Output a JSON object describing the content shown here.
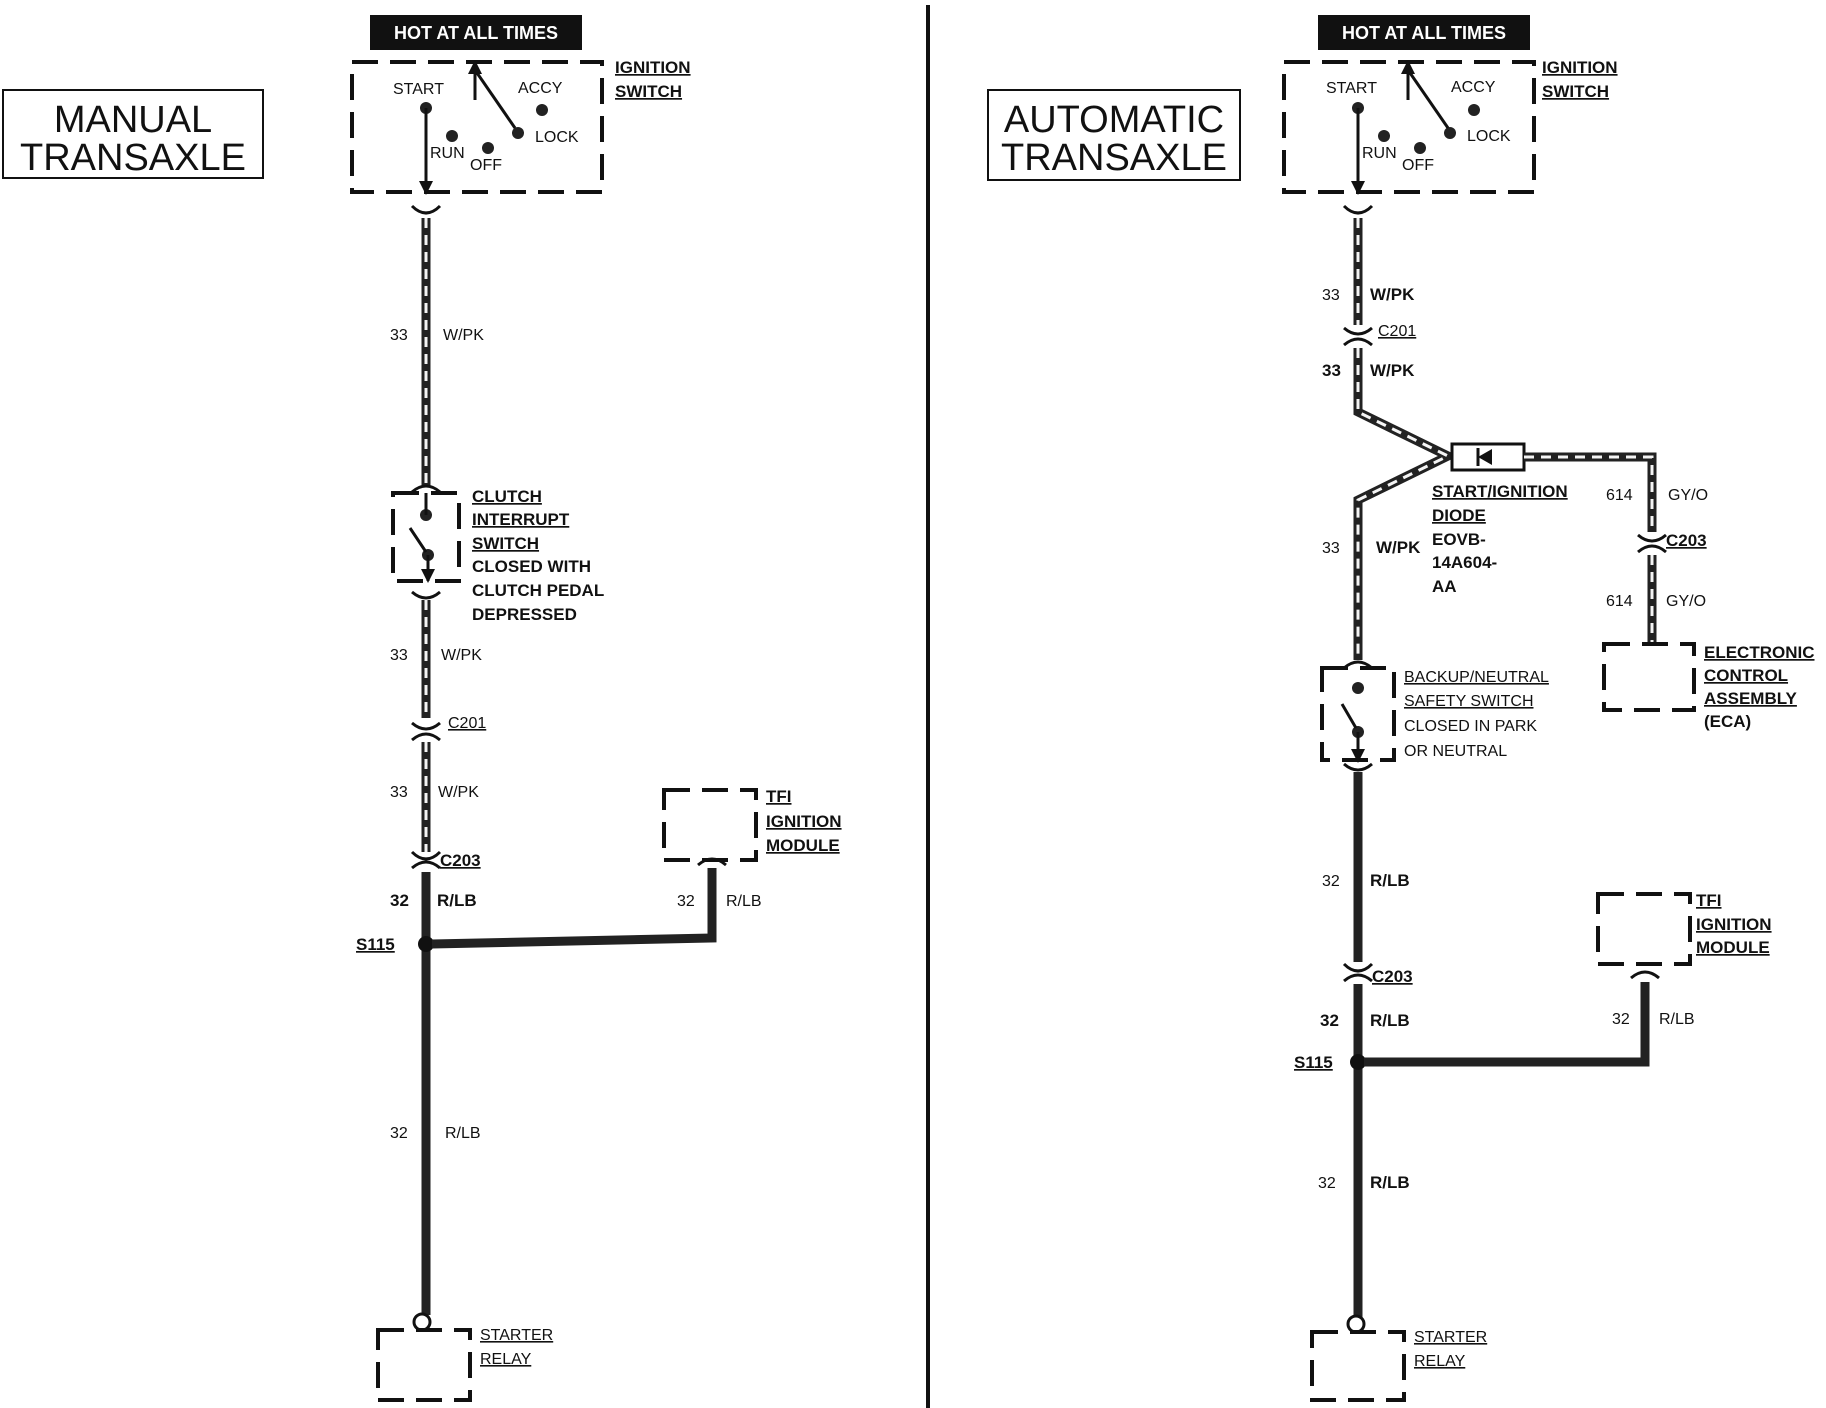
{
  "manual": {
    "title_line1": "MANUAL",
    "title_line2": "TRANSAXLE",
    "hot_at_all_times": "HOT AT ALL TIMES",
    "ignition_switch_1": "IGNITION",
    "ignition_switch_2": "SWITCH",
    "pos_start": "START",
    "pos_accy": "ACCY",
    "pos_run": "RUN",
    "pos_off": "OFF",
    "pos_lock": "LOCK",
    "wire1_num": "33",
    "wire1_color": "W/PK",
    "clutch_1": "CLUTCH",
    "clutch_2": "INTERRUPT",
    "clutch_3": "SWITCH",
    "clutch_4": "CLOSED WITH",
    "clutch_5": "CLUTCH PEDAL",
    "clutch_6": "DEPRESSED",
    "wire2_num": "33",
    "wire2_color": "W/PK",
    "c201": "C201",
    "wire3_num": "33",
    "wire3_color": "W/PK",
    "c203": "C203",
    "wire4_num": "32",
    "wire4_color": "R/LB",
    "s115": "S115",
    "tfi_1": "TFI",
    "tfi_2": "IGNITION",
    "tfi_3": "MODULE",
    "tfi_wire_num": "32",
    "tfi_wire_color": "R/LB",
    "wire5_num": "32",
    "wire5_color": "R/LB",
    "starter_1": "STARTER",
    "starter_2": "RELAY"
  },
  "automatic": {
    "title_line1": "AUTOMATIC",
    "title_line2": "TRANSAXLE",
    "hot_at_all_times": "HOT AT ALL TIMES",
    "ignition_switch_1": "IGNITION",
    "ignition_switch_2": "SWITCH",
    "pos_start": "START",
    "pos_accy": "ACCY",
    "pos_run": "RUN",
    "pos_off": "OFF",
    "pos_lock": "LOCK",
    "wire1_num": "33",
    "wire1_color": "W/PK",
    "c201": "C201",
    "wire2_num": "33",
    "wire2_color": "W/PK",
    "diode_1": "START/IGNITION",
    "diode_2": "DIODE",
    "diode_3": "EOVB-",
    "diode_4": "14A604-",
    "diode_5": "AA",
    "wire3_num": "33",
    "wire3_color": "W/PK",
    "gyo1_num": "614",
    "gyo1_color": "GY/O",
    "c203_top": "C203",
    "gyo2_num": "614",
    "gyo2_color": "GY/O",
    "eca_1": "ELECTRONIC",
    "eca_2": "CONTROL",
    "eca_3": "ASSEMBLY",
    "eca_4": "(ECA)",
    "backup_1": "BACKUP/NEUTRAL",
    "backup_2": "SAFETY SWITCH",
    "backup_3": "CLOSED IN PARK",
    "backup_4": "OR NEUTRAL",
    "wire4_num": "32",
    "wire4_color": "R/LB",
    "tfi_1": "TFI",
    "tfi_2": "IGNITION",
    "tfi_3": "MODULE",
    "c203": "C203",
    "wire5_num": "32",
    "wire5_color": "R/LB",
    "tfi_wire_num": "32",
    "tfi_wire_color": "R/LB",
    "s115": "S115",
    "wire6_num": "32",
    "wire6_color": "R/LB",
    "starter_1": "STARTER",
    "starter_2": "RELAY"
  }
}
